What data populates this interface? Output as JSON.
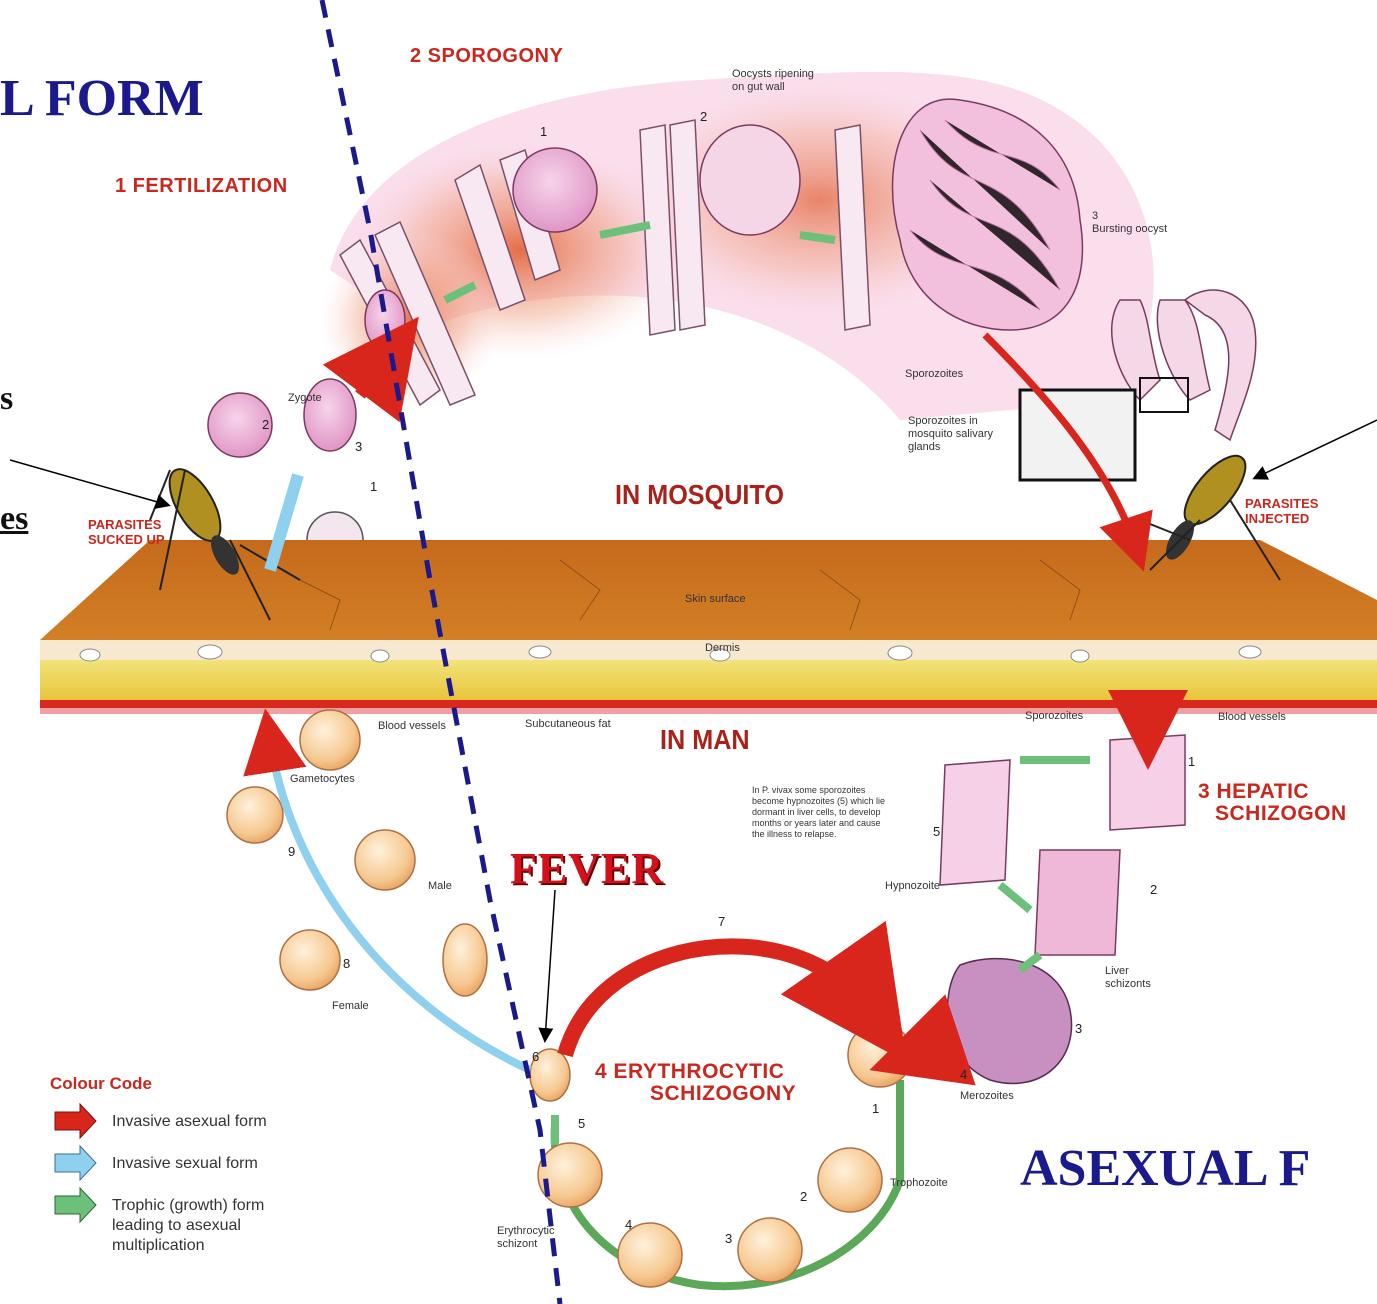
{
  "headers": {
    "sexual_form_partial": "L FORM",
    "asexual_form_partial": "ASEXUAL F",
    "fertilization": "1 FERTILIZATION",
    "sporogony": "2 SPOROGONY",
    "in_mosquito": "IN MOSQUITO",
    "in_man": "IN MAN",
    "hepatic_line1": "3 HEPATIC",
    "hepatic_line2": "SCHIZOGON",
    "erythrocytic_line1": "4 ERYTHROCYTIC",
    "erythrocytic_line2": "SCHIZOGONY",
    "fever": "FEVER"
  },
  "left_fragments": {
    "frag1": "s",
    "frag2": "es"
  },
  "mosquito_labels": {
    "parasites_sucked_up_1": "PARASITES",
    "parasites_sucked_up_2": "SUCKED UP",
    "parasites_injected_1": "PARASITES",
    "parasites_injected_2": "INJECTED"
  },
  "labels": {
    "oocysts_1": "Oocysts ripening",
    "oocysts_2": "on gut wall",
    "bursting_1": "3",
    "bursting_2": "Bursting oocyst",
    "sporozoites": "Sporozoites",
    "sporo_glands_1": "Sporozoites in",
    "sporo_glands_2": "mosquito salivary",
    "sporo_glands_3": "glands",
    "zygote": "Zygote",
    "skin_surface": "Skin surface",
    "dermis": "Dermis",
    "blood_vessels_left": "Blood vessels",
    "subcutaneous_fat": "Subcutaneous fat",
    "sporozoites_lower": "Sporozoites",
    "blood_vessels_right": "Blood vessels",
    "gametocytes": "Gametocytes",
    "male": "Male",
    "female": "Female",
    "hypnozoite": "Hypnozoite",
    "liver_schizonts_1": "Liver",
    "liver_schizonts_2": "schizonts",
    "merozoites": "Merozoites",
    "trophozoite": "Trophozoite",
    "erythrocytic_schizont_1": "Erythrocytic",
    "erythrocytic_schizont_2": "schizont",
    "vivax_1": "In P. vivax some sporozoites",
    "vivax_2": "become hypnozoites (5) which lie",
    "vivax_3": "dormant in liver cells, to develop",
    "vivax_4": "months or years later and cause",
    "vivax_5": "the illness to relapse."
  },
  "numbers": {
    "n_sporo_1": "1",
    "n_sporo_2": "2",
    "n_fert_1": "1",
    "n_fert_2": "2",
    "n_fert_3": "3",
    "n_hep_1": "1",
    "n_hep_2": "2",
    "n_hep_3": "3",
    "n_hep_4": "4",
    "n_hep_5": "5",
    "n_ery_1": "1",
    "n_ery_2": "2",
    "n_ery_3": "3",
    "n_ery_4": "4",
    "n_ery_5": "5",
    "n_ery_6": "6",
    "n_ery_7": "7",
    "n_ery_8": "8",
    "n_ery_9": "9"
  },
  "legend": {
    "title": "Colour Code",
    "items": [
      {
        "label": "Invasive asexual form",
        "color": "#d8261c"
      },
      {
        "label": "Invasive sexual form",
        "color": "#8ed0ee"
      },
      {
        "label": "Trophic (growth) form",
        "color": "#6cc07a"
      }
    ],
    "item3_line2": "leading to asexual",
    "item3_line3": "multiplication"
  },
  "colors": {
    "asexual_arrow": "#d8261c",
    "sexual_arrow": "#8ed0ee",
    "trophic_arrow": "#6cc07a",
    "divider": "#1a1a8c",
    "heading_red": "#c8281e",
    "heading_blue": "#1a1a8c"
  }
}
